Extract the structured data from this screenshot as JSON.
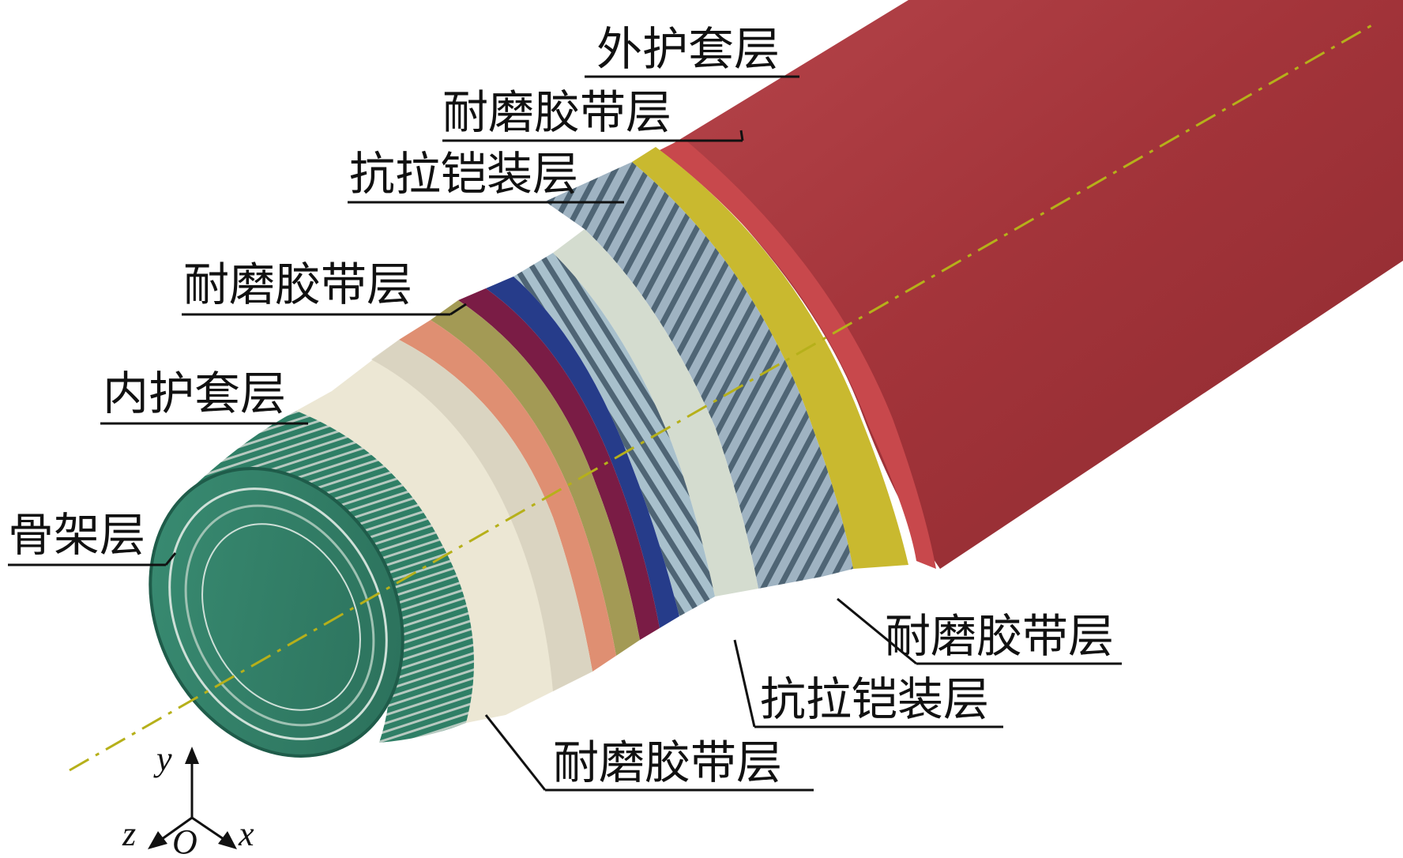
{
  "labels": {
    "outer_sheath": "外护套层",
    "wear_tape_4": "耐磨胶带层",
    "tensile_armor_outer": "抗拉铠装层",
    "wear_tape_2": "耐磨胶带层",
    "inner_sheath": "内护套层",
    "carcass": "骨架层",
    "wear_tape_3": "耐磨胶带层",
    "tensile_armor_inner": "抗拉铠装层",
    "wear_tape_1": "耐磨胶带层"
  },
  "axes": {
    "y": "y",
    "z": "z",
    "x": "x",
    "origin": "O"
  },
  "colors": {
    "outer_sheath": "#a3343a",
    "wear_tape_yellow": "#c9b92f",
    "armor": "#6f8796",
    "carcass": "#2f7f66",
    "inner_sheath": "#ece7d4",
    "axis_line": "#b6b01a"
  }
}
